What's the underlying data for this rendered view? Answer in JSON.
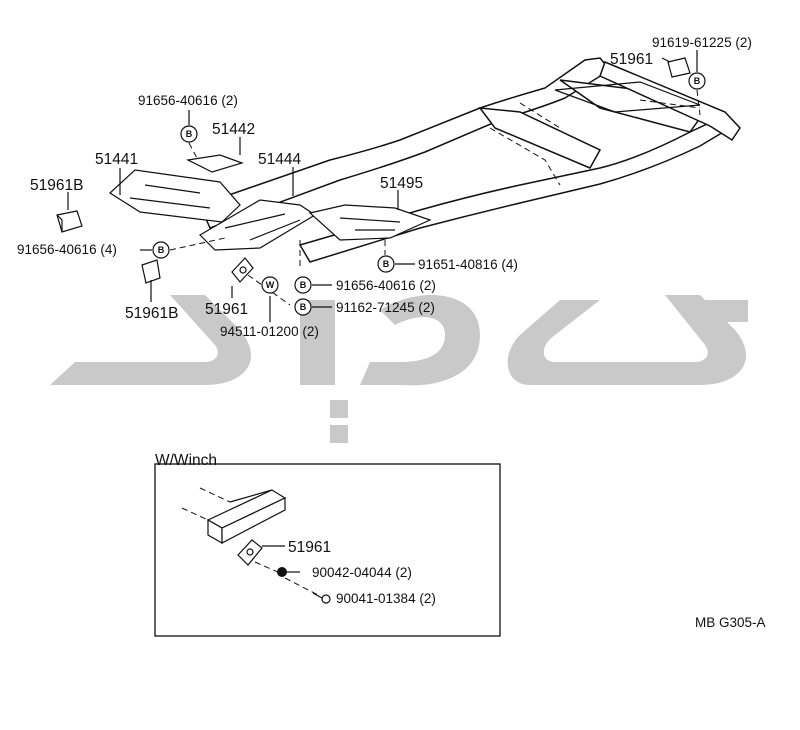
{
  "diagram_code": "MB G305-A",
  "winch_title": "W/Winch",
  "badges": {
    "bolt": "B",
    "washer": "W"
  },
  "parts": {
    "p51961_top": "51961",
    "p91619": "91619-61225 (2)",
    "p91656_a": "91656-40616 (2)",
    "p51442": "51442",
    "p51441": "51441",
    "p51444": "51444",
    "p51495": "51495",
    "p51961B_a": "51961B",
    "p91656_b": "91656-40616 (4)",
    "p91651": "91651-40816 (4)",
    "p91656_c": "91656-40616 (2)",
    "p91162": "91162-71245 (2)",
    "p94511": "94511-01200 (2)",
    "p51961_mid": "51961",
    "p51961B_b": "51961B",
    "p51961_winch": "51961",
    "p90042": "90042-04044 (2)",
    "p90041": "90041-01384 (2)"
  }
}
